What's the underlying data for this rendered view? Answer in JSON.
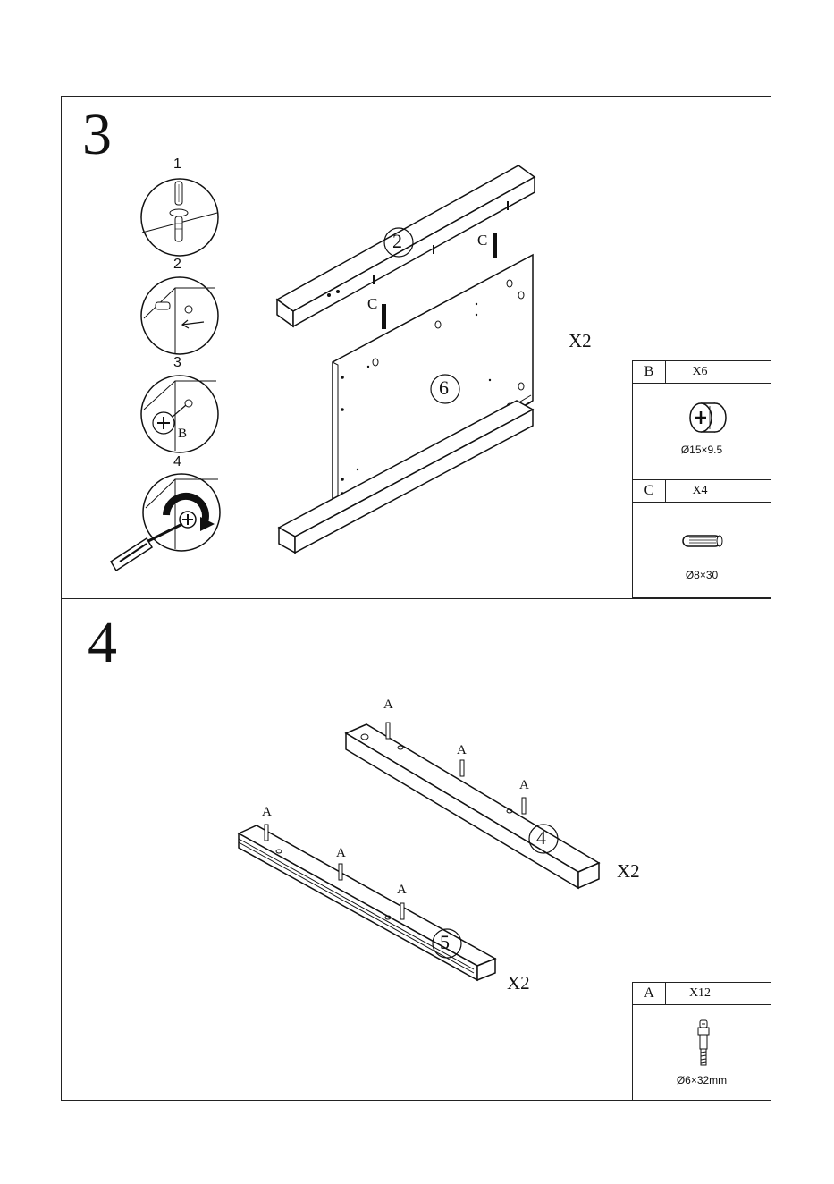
{
  "step3": {
    "number": "3",
    "substeps": [
      "1",
      "2",
      "3",
      "4"
    ],
    "detail_label_b": "B",
    "part_labels": {
      "top_rail": "2",
      "panel": "6"
    },
    "dowel_labels": [
      "C",
      "C"
    ],
    "quantity": "X2"
  },
  "step4": {
    "number": "4",
    "part_labels": {
      "upper_rail": "4",
      "lower_rail": "5"
    },
    "cam_labels": [
      "A",
      "A",
      "A",
      "A",
      "A",
      "A"
    ],
    "quantity_upper": "X2",
    "quantity_lower": "X2"
  },
  "hardware": {
    "B": {
      "letter": "B",
      "count": "X6",
      "size": "Ø15×9.5",
      "icon": "cam-lock-icon"
    },
    "C": {
      "letter": "C",
      "count": "X4",
      "size": "Ø8×30",
      "icon": "wood-dowel-icon"
    },
    "A": {
      "letter": "A",
      "count": "X12",
      "size": "Ø6×32mm",
      "icon": "cam-bolt-icon"
    }
  }
}
